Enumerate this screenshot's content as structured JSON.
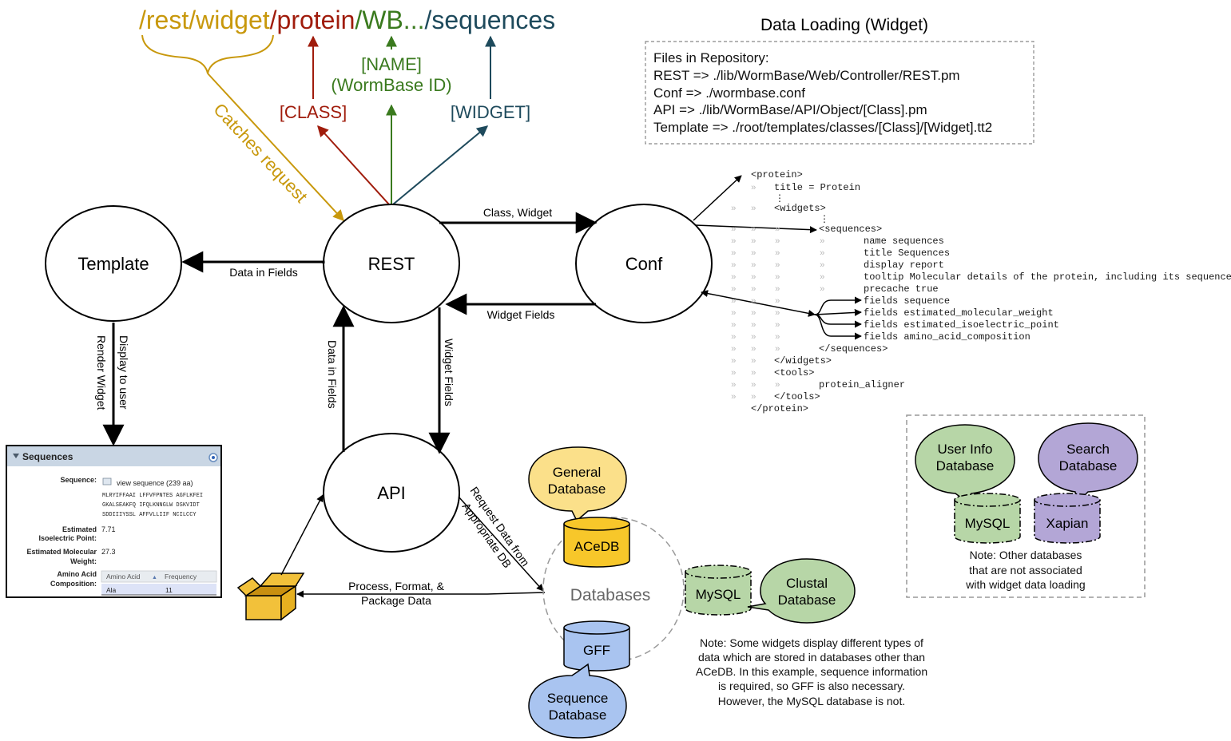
{
  "title": "Data Loading (Widget)",
  "url": {
    "rest_widget": "/rest/widget",
    "sep1": "/",
    "protein": "protein",
    "sep2": "/",
    "wb": "WB...",
    "sequences": "/sequences",
    "colors": {
      "rest_widget": "#c8980c",
      "protein": "#a01c0c",
      "wb": "#3a7a1e",
      "sequences": "#1e4a5c"
    }
  },
  "url_labels": {
    "class": "[CLASS]",
    "name_line1": "[NAME]",
    "name_line2": "(WormBase ID)",
    "widget": "[WIDGET]",
    "catches": "Catches request"
  },
  "repo": {
    "lines": [
      "Files in Repository:",
      "REST => ./lib/WormBase/Web/Controller/REST.pm",
      "Conf => ./wormbase.conf",
      "API => ./lib/WormBase/API/Object/[Class].pm",
      "Template => ./root/templates/classes/[Class]/[Widget].tt2"
    ]
  },
  "nodes": {
    "template": "Template",
    "rest": "REST",
    "conf": "Conf",
    "api": "API"
  },
  "edges": {
    "class_widget": "Class, Widget",
    "data_in_fields_h": "Data in Fields",
    "widget_fields_h": "Widget Fields",
    "data_in_fields_v": "Data in Fields",
    "widget_fields_v": "Widget Fields",
    "display_line1": "Display to user",
    "display_line2": "Render Widget",
    "request_line1": "Request Data from",
    "request_line2": "Appropriate DB",
    "process_line1": "Process, Format, &",
    "process_line2": "Package Data"
  },
  "conf_code": {
    "lines": [
      "<protein>",
      "title = Protein",
      "<widgets>",
      "<sequences>",
      "name   sequences",
      "title  Sequences",
      "display report",
      "tooltip Molecular details of the protein, including its sequence.",
      "precache true",
      "fields sequence",
      "fields estimated_molecular_weight",
      "fields estimated_isoelectric_point",
      "fields amino_acid_composition",
      "</sequences>",
      "</widgets>",
      "<tools>",
      "protein_aligner",
      "</tools>",
      "</protein>"
    ]
  },
  "widget": {
    "header": "Sequences",
    "sequence_label": "Sequence:",
    "sequence_link": "view sequence (239 aa)",
    "seq_lines": [
      "MLRYIFFAAI LFFVFPNTES AGFLKFEI",
      "GKALSEAKFQ IFQLKNNGLW DSKVIDT",
      "SDDIIIYSSL AFFVLLIIF NCILCCY"
    ],
    "iso_label_1": "Estimated",
    "iso_label_2": "Isoelectric Point:",
    "iso_value": "7.71",
    "mw_label_1": "Estimated Molecular",
    "mw_label_2": "Weight:",
    "mw_value": "27.3",
    "aa_label_1": "Amino Acid",
    "aa_label_2": "Composition:",
    "aa_col1": "Amino Acid",
    "aa_col2": "Frequency",
    "aa_row_name": "Ala",
    "aa_row_value": "11"
  },
  "databases": {
    "center_label": "Databases",
    "general_line1": "General",
    "general_line2": "Database",
    "acedb": "ACeDB",
    "mysql": "MySQL",
    "clustal_line1": "Clustal",
    "clustal_line2": "Database",
    "gff": "GFF",
    "sequence_line1": "Sequence",
    "sequence_line2": "Database",
    "note_lines": [
      "Note: Some widgets display different types of",
      "data which are stored in databases other than",
      "ACeDB. In this example, sequence information",
      "is required, so GFF is also necessary.",
      "However, the MySQL database is not."
    ]
  },
  "other_dbs": {
    "userinfo_line1": "User Info",
    "userinfo_line2": "Database",
    "search_line1": "Search",
    "search_line2": "Database",
    "mysql": "MySQL",
    "xapian": "Xapian",
    "note_lines": [
      "Note: Other databases",
      "that are not associated",
      "with widget data loading"
    ]
  },
  "colors": {
    "yellow_db": "#fbe08a",
    "acedb_fill": "#f7c72a",
    "green_db": "#b7d6a7",
    "blue_db": "#a9c4f0",
    "purple_db": "#b3a6d6",
    "box_fill": "#f2c13a"
  }
}
